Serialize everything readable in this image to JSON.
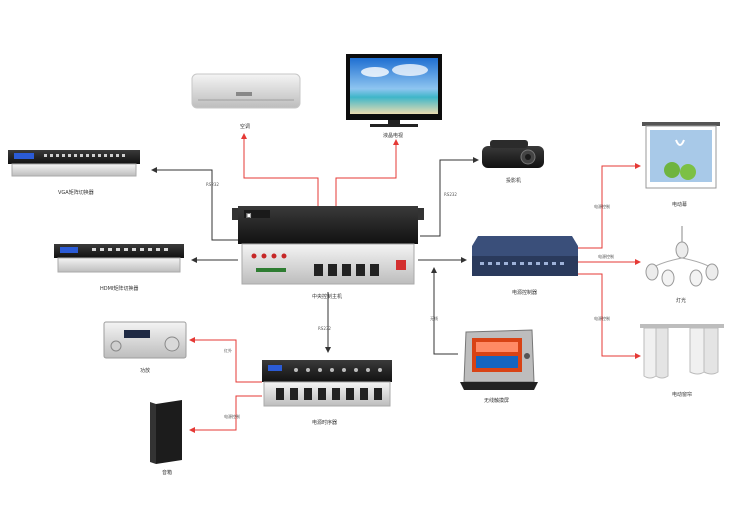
{
  "diagram": {
    "devices": {
      "air_conditioner": {
        "label": "空调"
      },
      "tv": {
        "label": "液晶电视"
      },
      "projector": {
        "label": "投影机"
      },
      "matrix_top": {
        "label": "VGA矩阵切换器"
      },
      "matrix_hdmi": {
        "label": "HDMI矩阵切换器"
      },
      "central_controller": {
        "label": "中央控制主机"
      },
      "power_controller": {
        "label": "电源控制器"
      },
      "amplifier": {
        "label": "功放"
      },
      "speaker": {
        "label": "音箱"
      },
      "power_sequencer": {
        "label": "电源时序器"
      },
      "touch_panel": {
        "label": "无线触摸屏"
      },
      "screen": {
        "label": "电动幕"
      },
      "light": {
        "label": "灯光"
      },
      "curtain": {
        "label": "电动窗帘"
      }
    },
    "links": {
      "rs232": "RS232",
      "ir": "红外",
      "wireless": "无线",
      "relay": "电源控制"
    },
    "colors": {
      "ir_line": "#e53935",
      "data_line": "#333333"
    }
  }
}
